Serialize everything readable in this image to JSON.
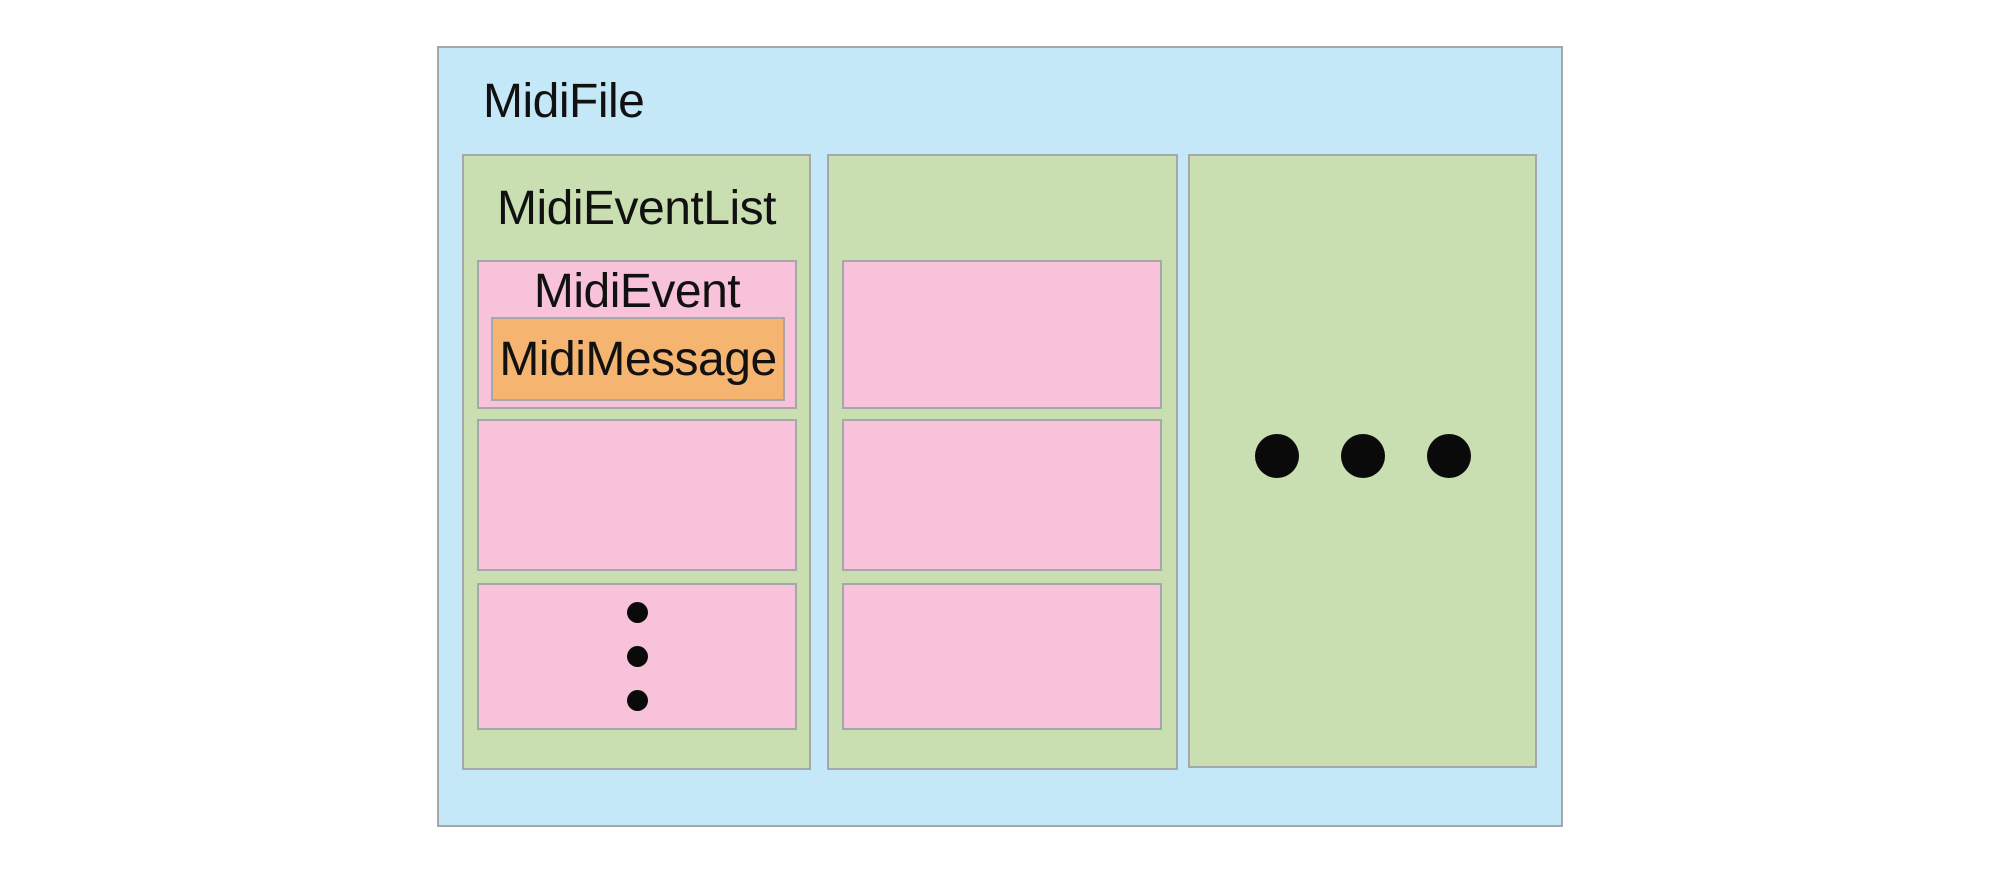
{
  "diagram": {
    "title": "MidiFile",
    "event_list": {
      "title": "MidiEventList",
      "event": {
        "label": "MidiEvent",
        "message_label": "MidiMessage"
      },
      "more_events_dot_count": 3
    },
    "more_lists_dot_count": 3
  },
  "colors": {
    "page-bg": "#ffffff",
    "file-bg": "#c4e8f8",
    "list-bg": "#c9dfb1",
    "event-bg": "#f7c2da",
    "message-bg": "#f5b470",
    "border": "#a5a8a8",
    "text": "#111111",
    "dot": "#0a0a0a"
  }
}
